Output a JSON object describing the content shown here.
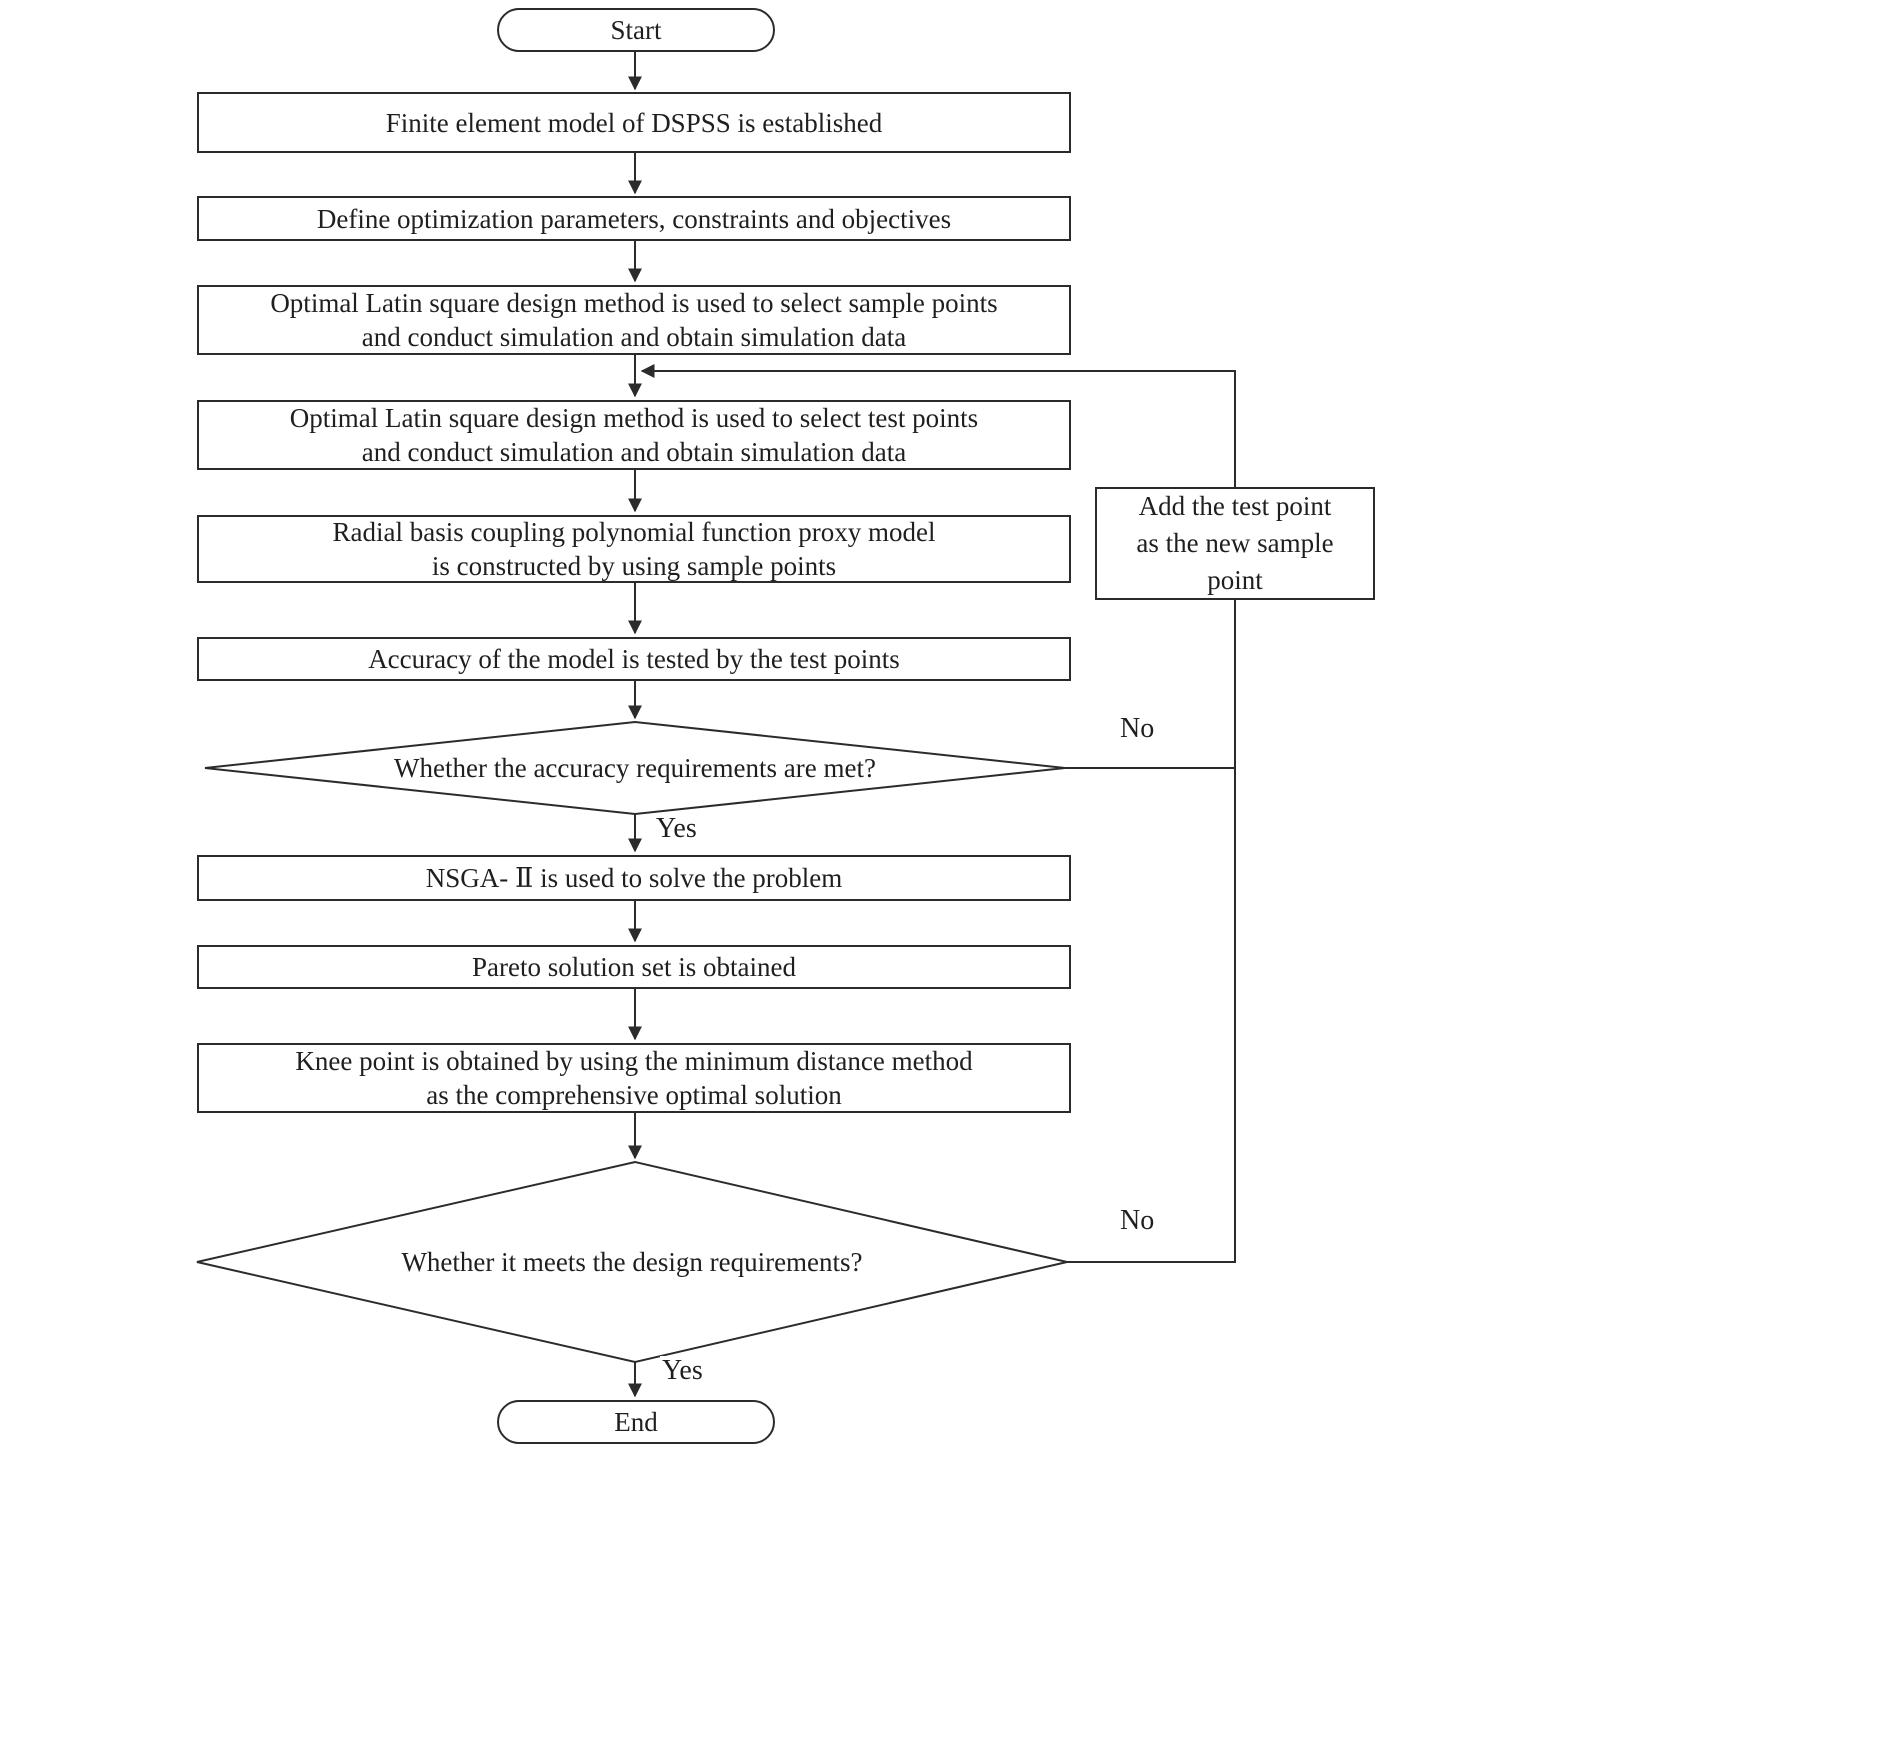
{
  "figure": {
    "type": "flowchart",
    "background": "#ffffff",
    "stroke_color": "#2b2b2b",
    "text_color": "#1f1f1f"
  },
  "nodes": {
    "start": {
      "shape": "stadium",
      "label": "Start"
    },
    "fem": {
      "shape": "rect",
      "label": "Finite element model of DSPSS is established"
    },
    "define": {
      "shape": "rect",
      "label": "Define optimization parameters, constraints and objectives"
    },
    "sample_points": {
      "shape": "rect",
      "lines": [
        "Optimal Latin square design method is used to select sample points",
        "and conduct simulation and obtain simulation data"
      ]
    },
    "test_points": {
      "shape": "rect",
      "lines": [
        "Optimal Latin square design method is used to select test points",
        "and conduct simulation and obtain simulation data"
      ]
    },
    "proxy_model": {
      "shape": "rect",
      "lines": [
        "Radial basis coupling polynomial function proxy model",
        "is constructed by using sample points"
      ]
    },
    "accuracy_test": {
      "shape": "rect",
      "label": "Accuracy of the model is tested by the test points"
    },
    "accuracy_decision": {
      "shape": "diamond",
      "label": "Whether the accuracy requirements are met?"
    },
    "nsga": {
      "shape": "rect",
      "label": "NSGA- Ⅱ  is used to solve the problem"
    },
    "pareto": {
      "shape": "rect",
      "label": "Pareto solution set is obtained"
    },
    "knee_point": {
      "shape": "rect",
      "lines": [
        "Knee point is obtained by using the minimum distance method",
        "as the comprehensive optimal solution"
      ]
    },
    "design_decision": {
      "shape": "diamond",
      "label": "Whether it meets the design requirements?"
    },
    "end": {
      "shape": "stadium",
      "label": "End"
    },
    "add_test_point": {
      "shape": "rect",
      "lines": [
        "Add the test point",
        "as the new sample",
        "point"
      ]
    }
  },
  "edge_labels": {
    "accuracy_yes": "Yes",
    "accuracy_no": "No",
    "design_yes": "Yes",
    "design_no": "No"
  }
}
